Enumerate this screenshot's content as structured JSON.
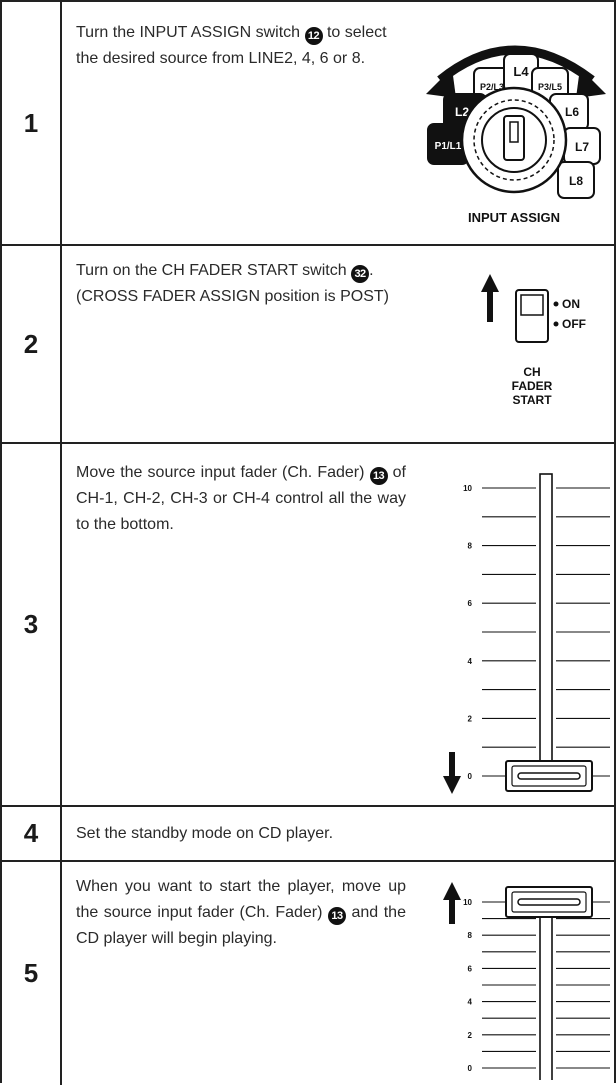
{
  "steps": [
    {
      "number": "1",
      "text_before": "Turn the INPUT ASSIGN switch",
      "ref_number": "12",
      "text_after": "to select the desired source from LINE2, 4, 6 or 8.",
      "figure": {
        "labels": [
          "P1/L1",
          "L2",
          "P2/L3",
          "L4",
          "P3/L5",
          "L6",
          "L7",
          "L8"
        ],
        "caption": "INPUT ASSIGN"
      }
    },
    {
      "number": "2",
      "text_before": "Turn on the CH FADER START switch",
      "ref_number": "32",
      "text_after": ". (CROSS FADER ASSIGN position is POST)",
      "figure": {
        "on_label": "ON",
        "off_label": "OFF",
        "caption_lines": [
          "CH",
          "FADER",
          "START"
        ]
      }
    },
    {
      "number": "3",
      "text_before": "Move the source input fader (Ch. Fader)",
      "ref_number": "13",
      "text_after": "of CH-1, CH-2, CH-3 or CH-4 control all the way to the bottom.",
      "figure": {
        "scale": [
          "10",
          "8",
          "6",
          "4",
          "2",
          "0"
        ],
        "direction": "down",
        "position": 0
      }
    },
    {
      "number": "4",
      "text": "Set the standby mode on CD player."
    },
    {
      "number": "5",
      "text_before": "When you want to start the player, move up the source input fader (Ch. Fader)",
      "ref_number": "13",
      "text_after": "and the CD player will begin playing.",
      "figure": {
        "scale": [
          "10",
          "8",
          "6",
          "4",
          "2",
          "0"
        ],
        "direction": "up",
        "position": 10
      }
    }
  ]
}
